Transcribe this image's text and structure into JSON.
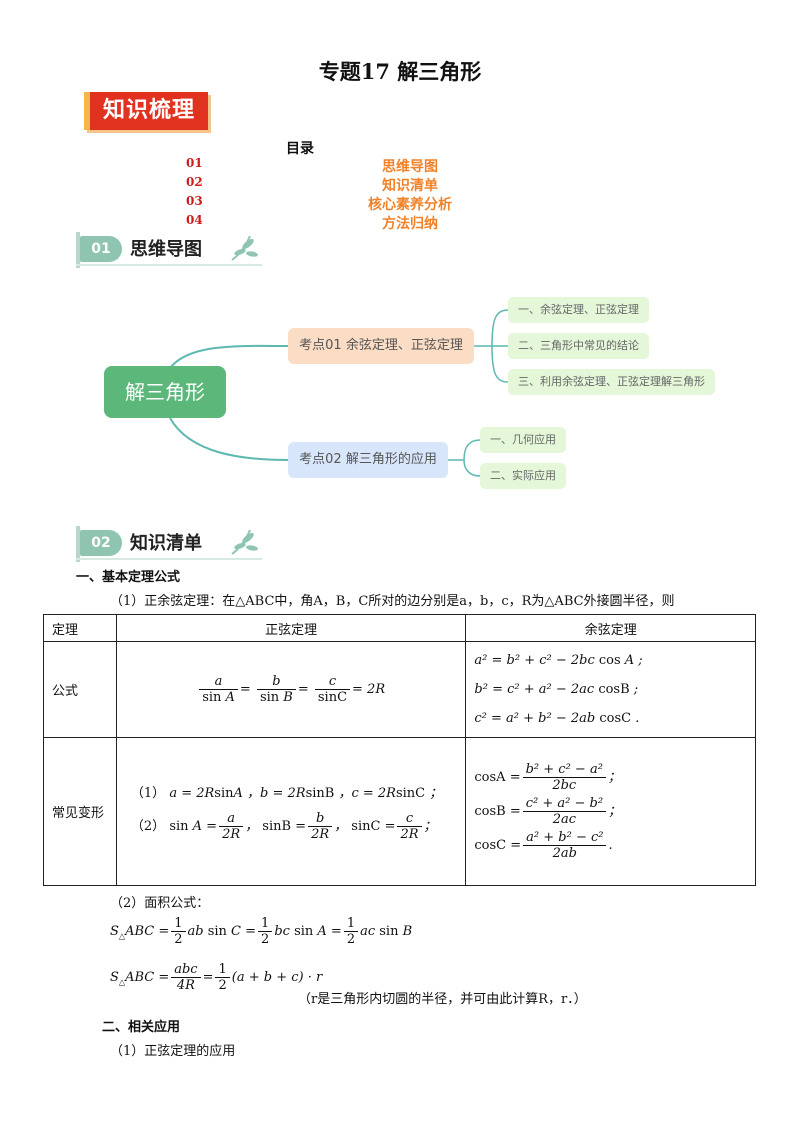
{
  "title": "专题17 解三角形",
  "banner": "知识梳理",
  "toc": {
    "heading": "目录",
    "items": [
      {
        "num": "01",
        "text": "思维导图"
      },
      {
        "num": "02",
        "text": "知识清单"
      },
      {
        "num": "03",
        "text": "核心素养分析"
      },
      {
        "num": "04",
        "text": "方法归纳"
      }
    ]
  },
  "sections": {
    "s1": {
      "num": "01",
      "label": "思维导图"
    },
    "s2": {
      "num": "02",
      "label": "知识清单"
    }
  },
  "mindmap": {
    "root": "解三角形",
    "k1": "考点01 余弦定理、正弦定理",
    "k1_children": [
      "一、余弦定理、正弦定理",
      "二、三角形中常见的结论",
      "三、利用余弦定理、正弦定理解三角形"
    ],
    "k2": "考点02 解三角形的应用",
    "k2_children": [
      "一、几何应用",
      "二、实际应用"
    ]
  },
  "content": {
    "h1": "一、基本定理公式",
    "p1": "（1）正余弦定理：在△ABC中，角A，B，C所对的边分别是a，b，c，R为△ABC外接圆半径，则",
    "table": {
      "headers": [
        "定理",
        "正弦定理",
        "余弦定理"
      ],
      "row1_label": "公式",
      "row2_label": "常见变形"
    },
    "p2": "（2）面积公式：",
    "note": "（r是三角形内切圆的半径，并可由此计算R，r．）",
    "h2": "二、相关应用",
    "p3": "（1）正弦定理的应用"
  },
  "colors": {
    "red": "#e0321f",
    "orange": "#f0822a",
    "green": "#5cb87a",
    "teal": "#8fc5b0"
  }
}
